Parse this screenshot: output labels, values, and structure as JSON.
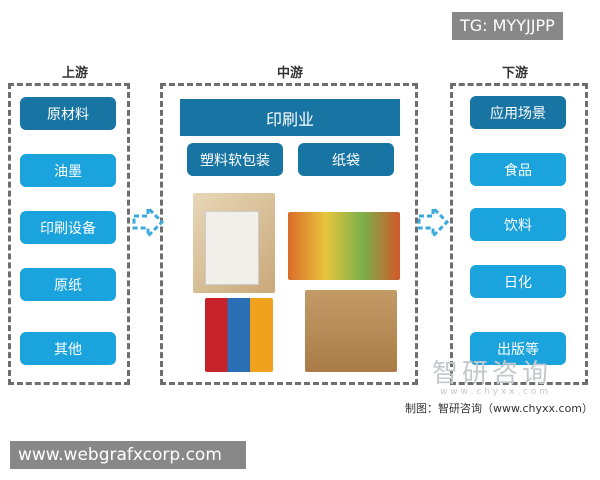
{
  "tg": "TG: MYYJJPP",
  "watermark_bottom": "www.webgrafxcorp.com",
  "upstream": {
    "title": "上游",
    "items": [
      "原材料",
      "油墨",
      "印刷设备",
      "原纸",
      "其他"
    ]
  },
  "midstream": {
    "title": "中游",
    "header": "印刷业",
    "items": [
      "塑料软包装",
      "纸袋"
    ]
  },
  "downstream": {
    "title": "下游",
    "items": [
      "应用场景",
      "食品",
      "饮料",
      "日化",
      "出版等"
    ]
  },
  "logo": {
    "name": "智研咨询",
    "url": "w w w . c h y x x . c o m"
  },
  "source": "制图：智研咨询（www.chyxx.com）",
  "colors": {
    "dark": "#1874a3",
    "light": "#1aa3dc",
    "arrow": "#3aa9dc"
  }
}
